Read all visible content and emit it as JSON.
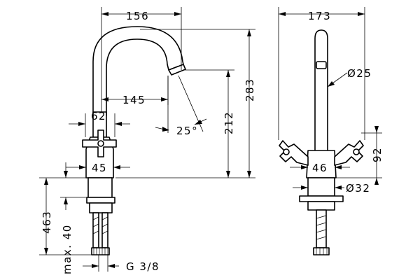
{
  "dimensions": {
    "spout_reach": "156",
    "spout_height": "283",
    "spout_offset": "145",
    "aerator_height": "212",
    "swivel_angle": "25°",
    "handle_spacing": "62",
    "base_width_front": "45",
    "mounting_depth": "463",
    "max_deck_thickness": "max. 40",
    "connection_thread": "G 3/8",
    "overall_depth": "173",
    "spout_diameter": "Ø25",
    "handle_height": "92",
    "base_width_side": "46",
    "base_diameter": "Ø32"
  }
}
